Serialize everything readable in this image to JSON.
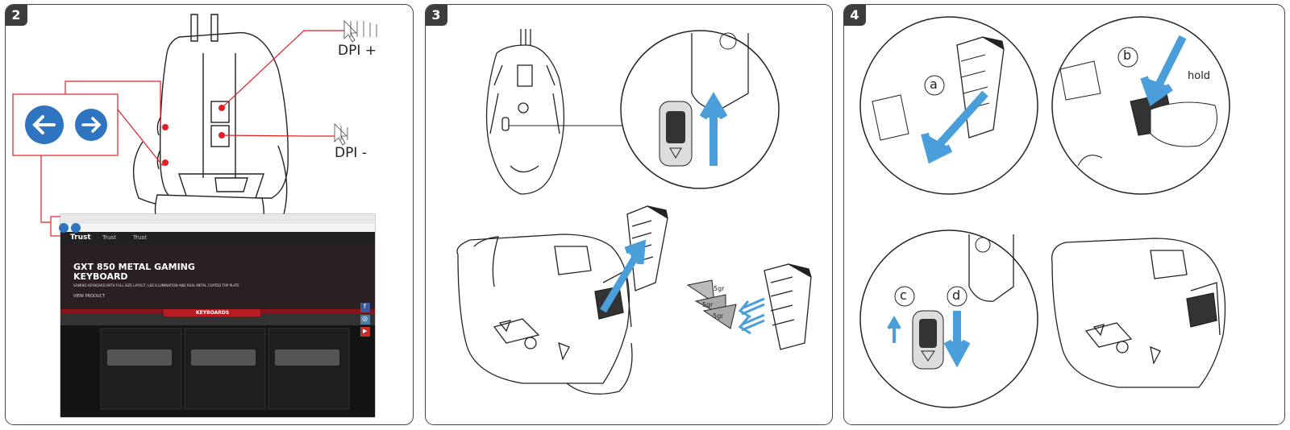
{
  "steps": [
    "2",
    "3",
    "4"
  ],
  "panel2": {
    "dpi_plus": "DPI +",
    "dpi_minus": "DPI -",
    "screen": {
      "logo": "Trust",
      "tab1": "Trust",
      "tab2": "Trust",
      "hero_title_1": "GXT 850 METAL GAMING",
      "hero_title_2": "KEYBOARD",
      "hero_subtitle": "GAMING KEYBOARD WITH FULL SIZE LAYOUT, LED ILLUMINATION AND REAL METAL COATED TOP PLATE",
      "cta": "VIEW PRODUCT",
      "section": "KEYBOARDS",
      "social": [
        "f",
        "◎",
        "▶"
      ]
    }
  },
  "panel3": {
    "weights": [
      "5gr",
      "5gr",
      "5gr"
    ]
  },
  "panel4": {
    "label_a": "a",
    "label_b": "b",
    "label_c": "c",
    "label_d": "d",
    "hold": "hold"
  },
  "colors": {
    "accent_blue": "#4a9fdb",
    "icon_blue": "#2f74c0",
    "callout_red": "#e31e24",
    "outline": "#222222"
  }
}
